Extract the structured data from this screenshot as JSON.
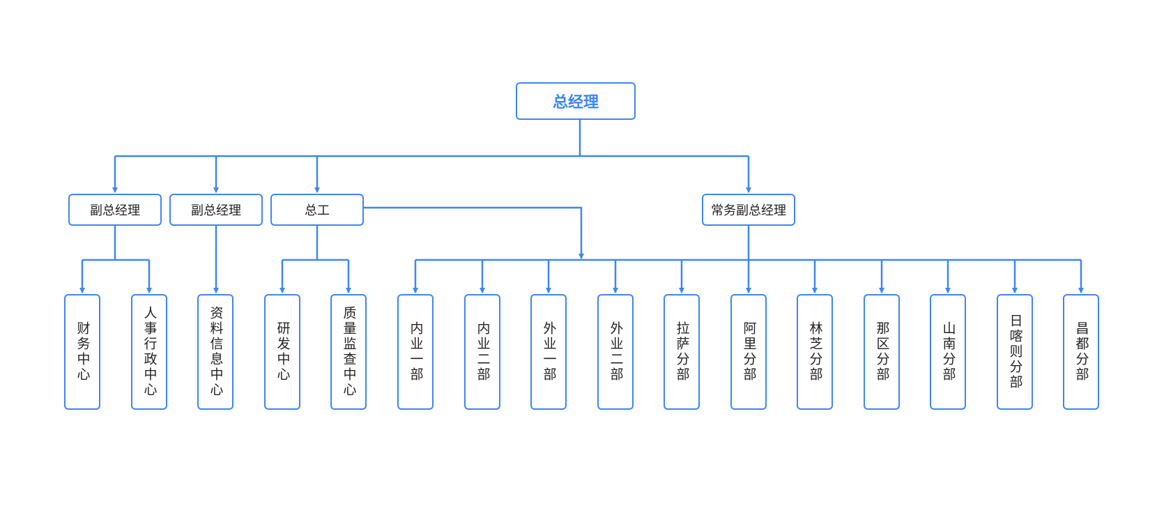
{
  "colors": {
    "accent": "#3e86f0",
    "text": "#222222",
    "background": "#ffffff"
  },
  "root": {
    "label": "总经理"
  },
  "managers": [
    {
      "id": "vp1",
      "label": "副总经理"
    },
    {
      "id": "vp2",
      "label": "副总经理"
    },
    {
      "id": "chief-engineer",
      "label": "总工"
    },
    {
      "id": "executive-vp",
      "label": "常务副总经理"
    }
  ],
  "departments": [
    {
      "id": "d1",
      "label": "财务中心",
      "parent": "vp1"
    },
    {
      "id": "d2",
      "label": "人事行政中心",
      "parent": "vp1"
    },
    {
      "id": "d3",
      "label": "资料信息中心",
      "parent": "vp2"
    },
    {
      "id": "d4",
      "label": "研发中心",
      "parent": "chief-engineer"
    },
    {
      "id": "d5",
      "label": "质量监查中心",
      "parent": "chief-engineer"
    },
    {
      "id": "d6",
      "label": "内业一部",
      "parent": "executive-vp"
    },
    {
      "id": "d7",
      "label": "内业二部",
      "parent": "executive-vp"
    },
    {
      "id": "d8",
      "label": "外业一部",
      "parent": "executive-vp"
    },
    {
      "id": "d9",
      "label": "外业二部",
      "parent": "executive-vp"
    },
    {
      "id": "d10",
      "label": "拉萨分部",
      "parent": "executive-vp"
    },
    {
      "id": "d11",
      "label": "阿里分部",
      "parent": "executive-vp"
    },
    {
      "id": "d12",
      "label": "林芝分部",
      "parent": "executive-vp"
    },
    {
      "id": "d13",
      "label": "那区分部",
      "parent": "executive-vp"
    },
    {
      "id": "d14",
      "label": "山南分部",
      "parent": "executive-vp"
    },
    {
      "id": "d15",
      "label": "日喀则分部",
      "parent": "executive-vp"
    },
    {
      "id": "d16",
      "label": "昌都分部",
      "parent": "executive-vp"
    }
  ]
}
